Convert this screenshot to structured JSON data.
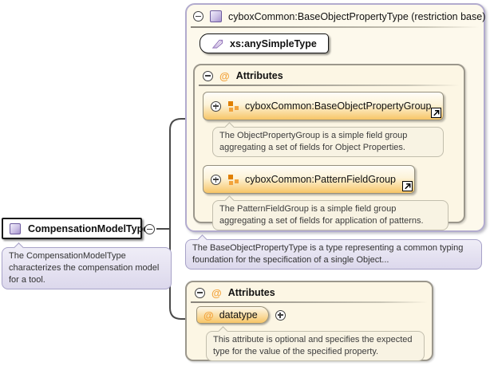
{
  "diagram": {
    "compensation_type": {
      "label": "CompensationModelType",
      "doc": "The CompensationModelType characterizes the compensation model for a tool."
    },
    "base_type": {
      "title": "cyboxCommon:BaseObjectPropertyType (restriction base)",
      "simple_type_label": "xs:anySimpleType",
      "attributes_title": "Attributes",
      "groups": [
        {
          "label": "cyboxCommon:BaseObjectPropertyGroup",
          "doc": "The ObjectPropertyGroup is a simple field group aggregating a set of fields for Object Properties."
        },
        {
          "label": "cyboxCommon:PatternFieldGroup",
          "doc": "The PatternFieldGroup is a simple field group aggregating a set of fields for application of patterns."
        }
      ],
      "doc": "The BaseObjectPropertyType is a type representing a common typing foundation for the specification of a single Object..."
    },
    "local_attributes": {
      "title": "Attributes",
      "items": [
        {
          "name": "datatype",
          "doc": "This attribute is optional and specifies the expected type for the value of the specified property."
        }
      ]
    },
    "icons": {
      "at_symbol": "@"
    },
    "colors": {
      "accent_orange": "#f7c566",
      "panel_cream": "#fdf9ec",
      "lavender_border": "#b2abce",
      "callout_lavender": "#e7e4f3",
      "connector": "#4a4a4a"
    }
  }
}
